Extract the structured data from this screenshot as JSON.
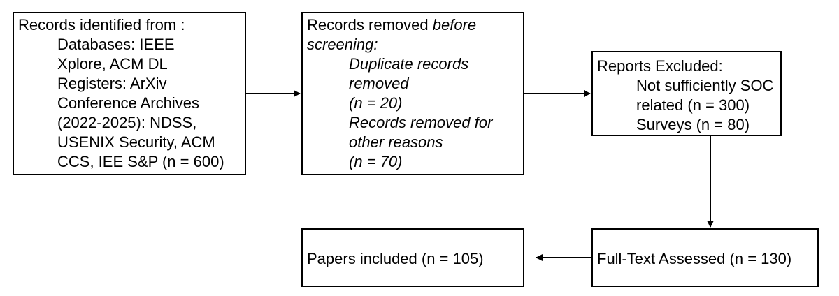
{
  "identification": {
    "title": "Records identified from :",
    "lines": [
      "Databases: IEEE",
      "Xplore, ACM DL",
      "Registers: ArXiv",
      "Conference Archives",
      "(2022-2025): NDSS,",
      "USENIX Security, ACM",
      "CCS, IEE S&P (n = 600)"
    ]
  },
  "screening_removed": {
    "title_prefix": "Records removed ",
    "title_emphasis": "before",
    "title_line2": "screening:",
    "lines": [
      "Duplicate records",
      "removed",
      "(n = 20)",
      "Records removed for",
      "other reasons",
      "(n = 70)"
    ]
  },
  "reports_excluded": {
    "title": "Reports Excluded:",
    "lines": [
      "Not sufficiently SOC",
      "related (n = 300)",
      "Surveys (n = 80)"
    ]
  },
  "full_text_assessed": {
    "label": "Full-Text Assessed (n = 130)"
  },
  "papers_included": {
    "label": "Papers included (n = 105)"
  }
}
